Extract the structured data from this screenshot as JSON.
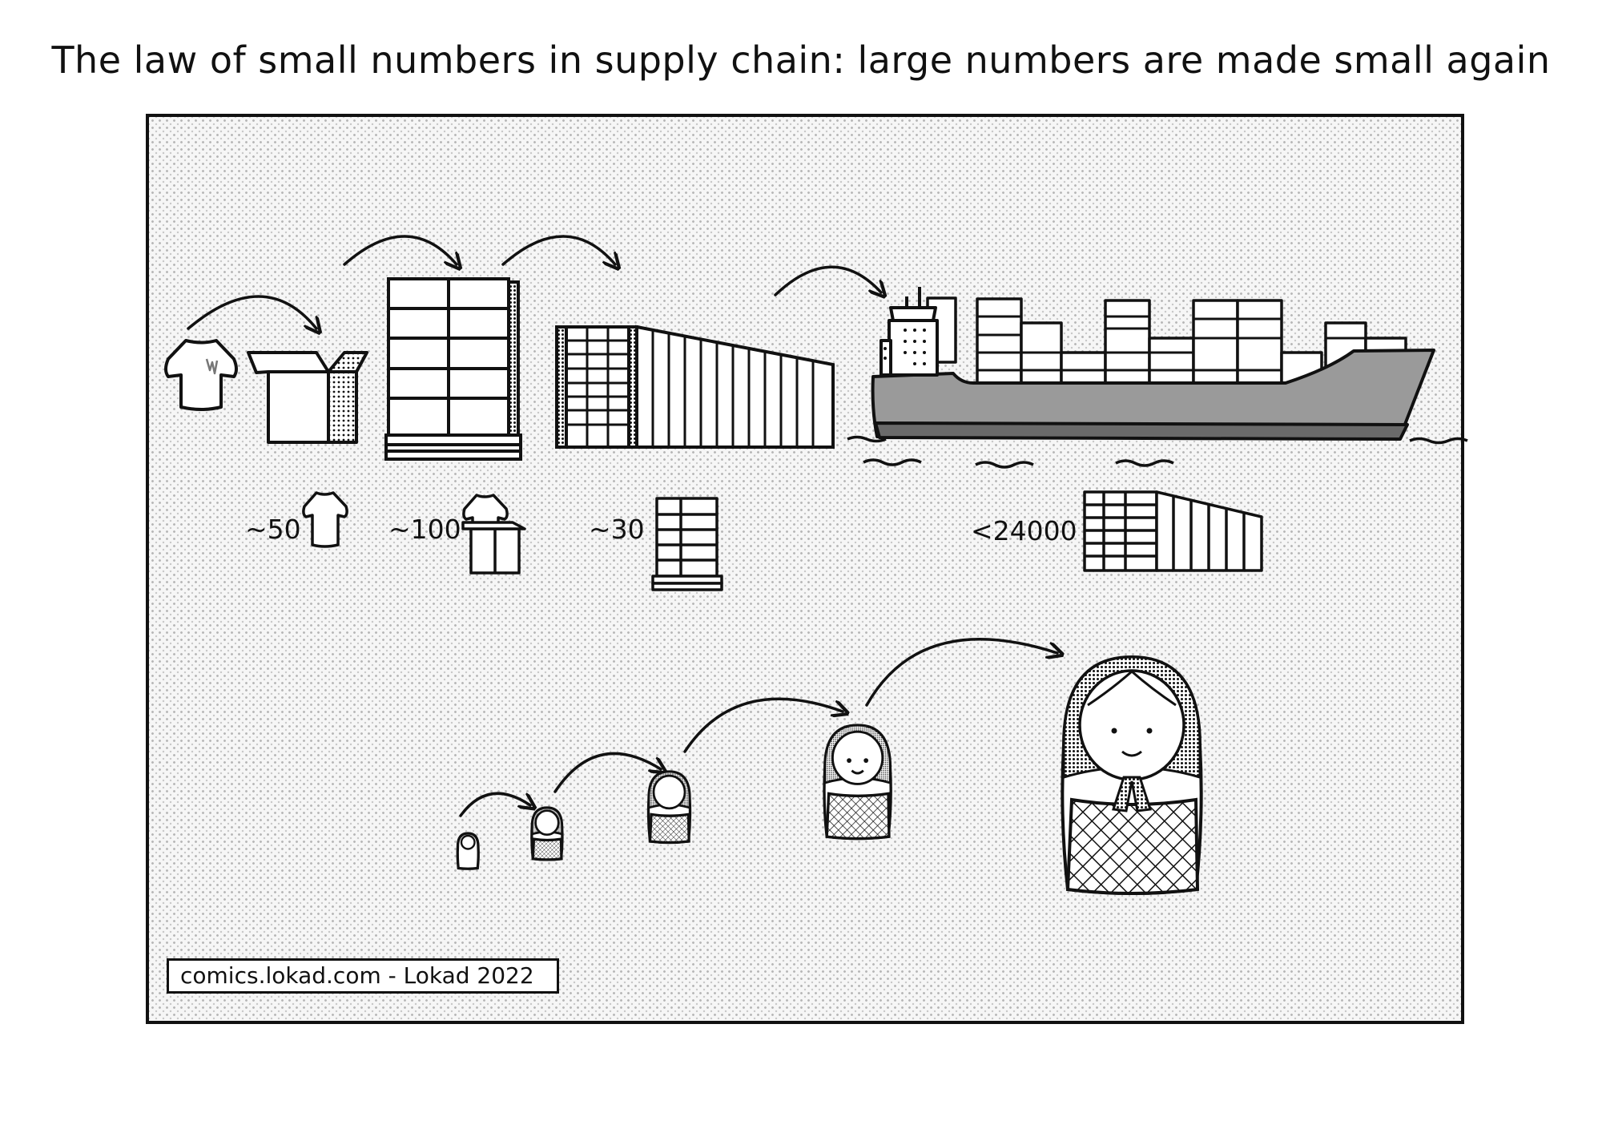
{
  "title": "The law of small numbers in supply chain: large numbers are made small again",
  "supply_chain": {
    "stages": [
      {
        "name": "t-shirt"
      },
      {
        "name": "cardboard-box"
      },
      {
        "name": "pallet"
      },
      {
        "name": "shipping-container"
      },
      {
        "name": "container-ship"
      }
    ],
    "quantities": [
      {
        "label": "~50",
        "unit_icon": "t-shirt-icon"
      },
      {
        "label": "~100",
        "unit_icon": "box-with-shirt-icon"
      },
      {
        "label": "~30",
        "unit_icon": "pallet-icon"
      },
      {
        "label": "<24000",
        "unit_icon": "container-icon"
      }
    ]
  },
  "matryoshka": {
    "doll_count": 5,
    "description": "nesting dolls of increasing size linked by arrows"
  },
  "credit": "comics.lokad.com - Lokad 2022",
  "colors": {
    "ink": "#111111",
    "hull": "#9a9a9a",
    "hull_stripe": "#6a6a6a",
    "background": "#ffffff",
    "panel_dots": "#b8b8b8"
  }
}
